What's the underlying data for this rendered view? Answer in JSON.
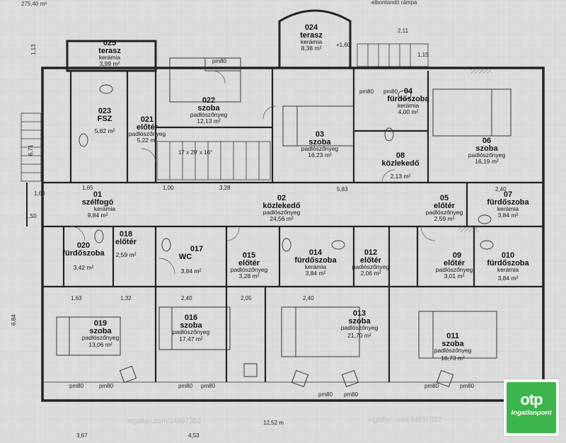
{
  "top_notes": {
    "left": "275,40 m²",
    "right": "elbontandó rámpa"
  },
  "rooms": [
    {
      "id": "025",
      "name": "terasz",
      "material": "kerámia",
      "area": "3,99 m²"
    },
    {
      "id": "024",
      "name": "terasz",
      "material": "kerámia",
      "area": "8,38 m²"
    },
    {
      "id": "022",
      "name": "szoba",
      "material": "padlószőnyeg",
      "area": "12,13 m²"
    },
    {
      "id": "023",
      "name": "FSZ",
      "material": "",
      "area": "5,82 m²"
    },
    {
      "id": "021",
      "name": "előtér",
      "material": "padlószőnyeg",
      "area": "5,22 m²"
    },
    {
      "id": "03",
      "name": "szoba",
      "material": "padlószőnyeg",
      "area": "16,23 m²"
    },
    {
      "id": "04",
      "name": "fürdőszoba",
      "material": "kerámia",
      "area": "4,00 m²"
    },
    {
      "id": "06",
      "name": "szoba",
      "material": "padlószőnyeg",
      "area": "16,19 m²"
    },
    {
      "id": "08",
      "name": "közlekedő",
      "material": "",
      "area": "2,13 m²"
    },
    {
      "id": "01",
      "name": "szélfogó",
      "material": "kerámia",
      "area": "9,84 m²"
    },
    {
      "id": "02",
      "name": "közlekedő",
      "material": "padlószőnyeg",
      "area": "24,56 m²"
    },
    {
      "id": "05",
      "name": "előtér",
      "material": "padlószőnyeg",
      "area": "2,59 m²"
    },
    {
      "id": "07",
      "name": "fürdőszoba",
      "material": "kerámia",
      "area": "3,84 m²"
    },
    {
      "id": "018",
      "name": "előtér",
      "material": "",
      "area": "2,59 m²"
    },
    {
      "id": "020",
      "name": "fürdőszoba",
      "material": "",
      "area": "3,42 m²"
    },
    {
      "id": "017",
      "name": "WC",
      "material": "",
      "area": "3,84 m²"
    },
    {
      "id": "015",
      "name": "előtér",
      "material": "padlószőnyeg",
      "area": "3,28 m²"
    },
    {
      "id": "014",
      "name": "fürdőszoba",
      "material": "kerámia",
      "area": "3,84 m²"
    },
    {
      "id": "012",
      "name": "előtér",
      "material": "padlószőnyeg",
      "area": "2,06 m²"
    },
    {
      "id": "09",
      "name": "előtér",
      "material": "padlószőnyeg",
      "area": "3,01 m²"
    },
    {
      "id": "010",
      "name": "fürdőszoba",
      "material": "kerámia",
      "area": "3,84 m²"
    },
    {
      "id": "019",
      "name": "szoba",
      "material": "padlószőnyeg",
      "area": "13,06 m²"
    },
    {
      "id": "016",
      "name": "szoba",
      "material": "padlószőnyeg",
      "area": "17,47 m²"
    },
    {
      "id": "013",
      "name": "szoba",
      "material": "padlószőnyeg",
      "area": "21,70 m²"
    },
    {
      "id": "011",
      "name": "szoba",
      "material": "padlószőnyeg",
      "area": "16,73 m²"
    }
  ],
  "dimensions": [
    "1,13",
    "2,11",
    "6,71",
    "1,60",
    "1,50",
    "1,65",
    "1,00",
    "3,28",
    "5,83",
    "2,40",
    "1,63",
    "1,32",
    "2,40",
    "2,05",
    "2,40",
    "6,84",
    "3,67",
    "4,53",
    "12,52 m",
    "1,15",
    "+1,60",
    "17 x 29' x 16°"
  ],
  "openings": [
    "pm80",
    "pm80",
    "pm80",
    "pm80",
    "pm80",
    "pm80",
    "pm80",
    "pm80",
    "pm80",
    "pm80",
    "pm80"
  ],
  "watermark": "ingatlan.com/34897352",
  "logo": {
    "mark": "otp",
    "sub": "Ingatlanpont",
    "color": "#3cb54a"
  }
}
